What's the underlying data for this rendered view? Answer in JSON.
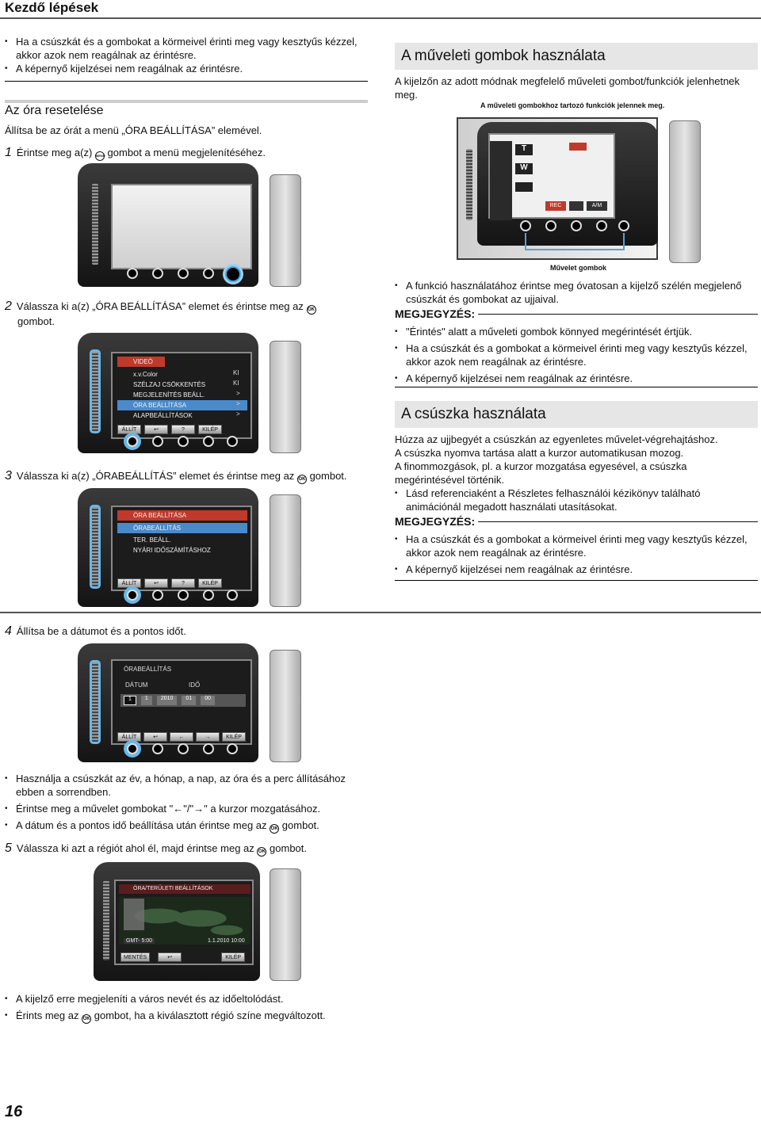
{
  "header": {
    "title": "Kezdő lépések"
  },
  "left": {
    "intro_bullets": [
      "Ha a csúszkát és a gombokat a körmeivel érinti meg vagy kesztyűs kézzel, akkor azok nem reagálnak az érintésre.",
      "A képernyő kijelzései nem reagálnak az érintésre."
    ],
    "section_title": "Az óra resetelése",
    "section_intro": "Állítsa be az órát a menü „ÓRA BEÁLLÍTÁSA” elemével.",
    "step1": {
      "num": "1",
      "pre": "Érintse meg a(z)",
      "post": "gombot a menü megjelenítéséhez."
    },
    "step2": {
      "num": "2",
      "pre": "Válassza ki a(z) „ÓRA BEÁLLÍTÁSA” elemet és érintse meg az",
      "post": "gombot."
    },
    "step3": {
      "num": "3",
      "pre": "Válassza ki a(z) „ÓRABEÁLLÍTÁS” elemet és érintse meg az",
      "post": "gombot."
    },
    "step4": {
      "num": "4",
      "text": "Állítsa be a dátumot és a pontos időt."
    },
    "step4_bullets": {
      "b1": "Használja a csúszkát az év, a hónap, a nap, az óra és a perc állításához ebben a sorrendben.",
      "b2_pre": "Érintse meg a művelet gombokat \"",
      "b2_mid": "\"/\"",
      "b2_post": "\" a kurzor mozgatásához.",
      "b3_pre": "A dátum és a pontos idő beállítása után érintse meg az",
      "b3_post": "gombot."
    },
    "step5": {
      "num": "5",
      "pre": "Válassza ki azt a régiót ahol él, majd érintse meg az",
      "post": "gombot."
    },
    "step5_bullets": {
      "b1": "A kijelző erre megjeleníti a város nevét és az időeltolódást.",
      "b2_pre": "Érints meg az",
      "b2_post": "gombot, ha a kiválasztott régió színe megváltozott."
    }
  },
  "menu2": {
    "rows": [
      "VIDEÓ",
      "x.v.Color",
      "SZÉLZAJ CSÖKKENTÉS",
      "MEGJELENÍTÉS BEÁLL.",
      "ÓRA BEÁLLÍTÁSA",
      "ALAPBEÁLLÍTÁSOK"
    ],
    "values": [
      "KI",
      "KI",
      ">",
      ">",
      ">"
    ],
    "soft": [
      "ÁLLÍT",
      "↩",
      "?",
      "KILÉP"
    ]
  },
  "menu3": {
    "rows": [
      "ÓRA BEÁLLÍTÁSA",
      "ÓRABEÁLLÍTÁS",
      "TER. BEÁLL.",
      "NYÁRI IDŐSZÁMÍTÁSHOZ"
    ],
    "soft": [
      "ÁLLÍT",
      "↩",
      "?",
      "KILÉP"
    ]
  },
  "menu4": {
    "title": "ÓRABEÁLLÍTÁS",
    "date_label": "DÁTUM",
    "time_label": "IDŐ",
    "fields": [
      "1",
      "1",
      "2010",
      "01",
      "00"
    ],
    "soft": [
      "ÁLLÍT",
      "↩",
      "←",
      "→",
      "KILÉP"
    ]
  },
  "menu5": {
    "title": "ÓRA/TERÜLETI BEÁLLÍTÁSOK",
    "gmt": "GMT- 5:00",
    "datetime": "1.1.2010 10:00",
    "soft": [
      "MENTÉS",
      "↩",
      "KILÉP"
    ]
  },
  "right": {
    "ops_title": "A műveleti gombok használata",
    "ops_intro": "A kijelzőn az adott módnak megfelelő műveleti gombot/funkciók jelenhetnek meg.",
    "callout_top": "A műveleti gombokhoz tartozó funkciók jelennek meg.",
    "callout_bottom": "Művelet gombok",
    "screen_labels": [
      "T",
      "W",
      "REC",
      "A/M"
    ],
    "ops_bullets": [
      "A funkció használatához érintse meg óvatosan a kijelző szélén megjelenő csúszkát és gombokat az ujjaival."
    ],
    "note_label": "MEGJEGYZÉS:",
    "ops_note_bullets": [
      "\"Érintés\" alatt a műveleti gombok könnyed megérintését értjük.",
      "Ha a csúszkát és a gombokat a körmeivel érinti meg vagy kesztyűs kézzel, akkor azok nem reagálnak az érintésre.",
      "A képernyő kijelzései nem reagálnak az érintésre."
    ],
    "slider_title": "A csúszka használata",
    "slider_text": [
      "Húzza az ujjbegyét a csúszkán az egyenletes művelet-végrehajtáshoz.",
      "A csúszka nyomva tartása alatt a kurzor automatikusan mozog.",
      "A finommozgások, pl. a kurzor mozgatása egyesével, a csúszka megérintésével történik."
    ],
    "slider_bullets": [
      "Lásd referenciaként a Részletes felhasználói kézikönyv található animációnál megadott használati utasításokat."
    ],
    "slider_note_bullets": [
      "Ha a csúszkát és a gombokat a körmeivel érinti meg vagy kesztyűs kézzel, akkor azok nem reagálnak az érintésre.",
      "A képernyő kijelzései nem reagálnak az érintésre."
    ]
  },
  "icons": {
    "ok": "OK",
    "menu": "MENU"
  },
  "footer": {
    "page": "16"
  }
}
